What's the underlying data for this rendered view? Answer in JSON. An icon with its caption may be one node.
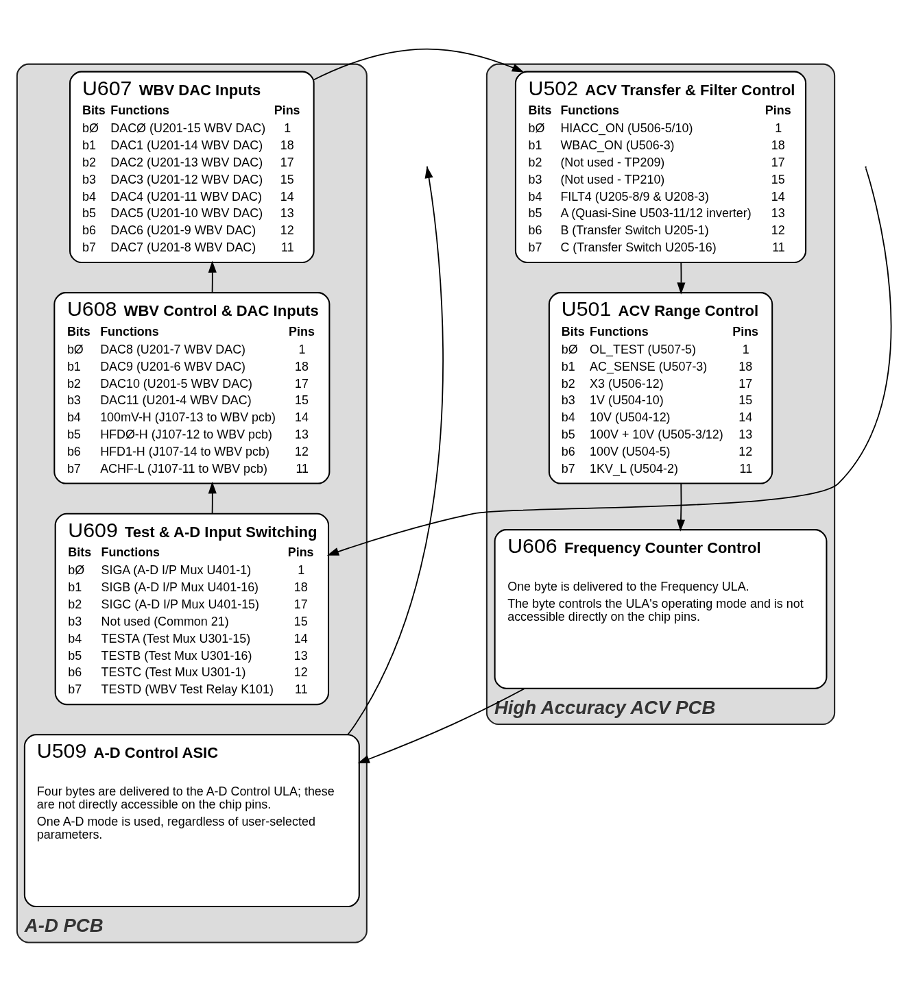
{
  "diagram": {
    "nodes": [
      {
        "text": [
          "A-D PCB"
        ]
      },
      {
        "text": [
          "U607",
          "WBV DAC Inputs",
          "Bits",
          "Functions",
          "Pins",
          "bØ",
          "DACØ (U201-15 WBV DAC)",
          "1",
          "b1",
          "DAC1 (U201-14 WBV DAC)",
          "18",
          "b2",
          "DAC2 (U201-13 WBV DAC)",
          "17",
          "b3",
          "DAC3 (U201-12 WBV DAC)",
          "15",
          "b4",
          "DAC4 (U201-11 WBV DAC)",
          "14",
          "b5",
          "DAC5 (U201-10 WBV DAC)",
          "13",
          "b6",
          "DAC6 (U201-9 WBV DAC)",
          "12",
          "b7",
          "DAC7 (U201-8 WBV DAC)",
          "11"
        ],
        "in": 0
      },
      {
        "text": [
          "U608",
          "WBV Control & DAC Inputs",
          "Bits",
          "Functions",
          "Pins",
          "bØ",
          "DAC8 (U201-7 WBV DAC)",
          "1",
          "b1",
          "DAC9 (U201-6 WBV DAC)",
          "18",
          "b2",
          "DAC10 (U201-5 WBV DAC)",
          "17",
          "b3",
          "DAC11 (U201-4 WBV DAC)",
          "15",
          "b4",
          "100mV-H (J107-13 to WBV pcb)",
          "14",
          "b5",
          "HFDØ-H (J107-12 to WBV pcb)",
          "13",
          "b6",
          "HFD1-H (J107-14 to WBV pcb)",
          "12",
          "b7",
          "ACHF-L (J107-11 to WBV pcb)",
          "11"
        ],
        "in": 0
      },
      {
        "text": [
          "U609",
          "Test & A-D Input Switching",
          "Bits",
          "Functions",
          "Pins",
          "bØ",
          "SIGA (A-D I/P Mux U401-1)",
          "1",
          "b1",
          "SIGB (A-D I/P Mux U401-16)",
          "18",
          "b2",
          "SIGC (A-D I/P Mux U401-15)",
          "17",
          "b3",
          "Not used (Common 21)",
          "15",
          "b4",
          "TESTA (Test Mux U301-15)",
          "14",
          "b5",
          "TESTB (Test Mux U301-16)",
          "13",
          "b6",
          "TESTC (Test Mux U301-1)",
          "12",
          "b7",
          "TESTD (WBV Test Relay K101)",
          "11"
        ],
        "in": 0
      },
      {
        "text": [
          "U509",
          "A-D Control ASIC",
          "Four bytes are delivered to the A-D Control ULA; these are not directly accessible on the chip pins.",
          "One A-D mode is used, regardless of user-selected parameters."
        ],
        "in": 0
      },
      {
        "text": [
          "High Accuracy ACV PCB"
        ]
      },
      {
        "text": [
          "U502",
          "ACV Transfer & Filter Control",
          "Bits",
          "Functions",
          "Pins",
          "bØ",
          "HIACC_ON (U506-5/10)",
          "1",
          "b1",
          "WBAC_ON (U506-3)",
          "18",
          "b2",
          "(Not used - TP209)",
          "17",
          "b3",
          "(Not used - TP210)",
          "15",
          "b4",
          "FILT4 (U205-8/9 & U208-3)",
          "14",
          "b5",
          "A (Quasi-Sine U503-11/12 inverter)",
          "13",
          "b6",
          "B (Transfer Switch U205-1)",
          "12",
          "b7",
          "C (Transfer Switch U205-16)",
          "11"
        ],
        "in": 5
      },
      {
        "text": [
          "U501",
          "ACV Range Control",
          "Bits",
          "Functions",
          "Pins",
          "bØ",
          "OL_TEST (U507-5)",
          "1",
          "b1",
          "AC_SENSE (U507-3)",
          "18",
          "b2",
          "X3 (U506-12)",
          "17",
          "b3",
          "1V (U504-10)",
          "15",
          "b4",
          "10V (U504-12)",
          "14",
          "b5",
          "100V + 10V (U505-3/12)",
          "13",
          "b6",
          "100V (U504-5)",
          "12",
          "b7",
          "1KV_L (U504-2)",
          "11"
        ],
        "in": 5
      },
      {
        "text": [
          "U606",
          "Frequency Counter Control",
          "One byte is delivered to the Frequency ULA.",
          "The byte controls the ULA's operating mode and is not accessible directly on the chip pins."
        ],
        "in": 5
      }
    ],
    "edges": [
      {
        "from": null,
        "to": 3,
        "arrow": "to"
      },
      {
        "from": 3,
        "to": 2,
        "arrow": "to"
      },
      {
        "from": 2,
        "to": 1,
        "arrow": "to"
      },
      {
        "from": 1,
        "to": 6,
        "arrow": "to"
      },
      {
        "from": 6,
        "to": 7,
        "arrow": "to"
      },
      {
        "from": 7,
        "to": 8,
        "arrow": "to"
      },
      {
        "from": 8,
        "to": 4,
        "arrow": "to"
      },
      {
        "from": 4,
        "to": null,
        "arrow": "to"
      }
    ]
  }
}
